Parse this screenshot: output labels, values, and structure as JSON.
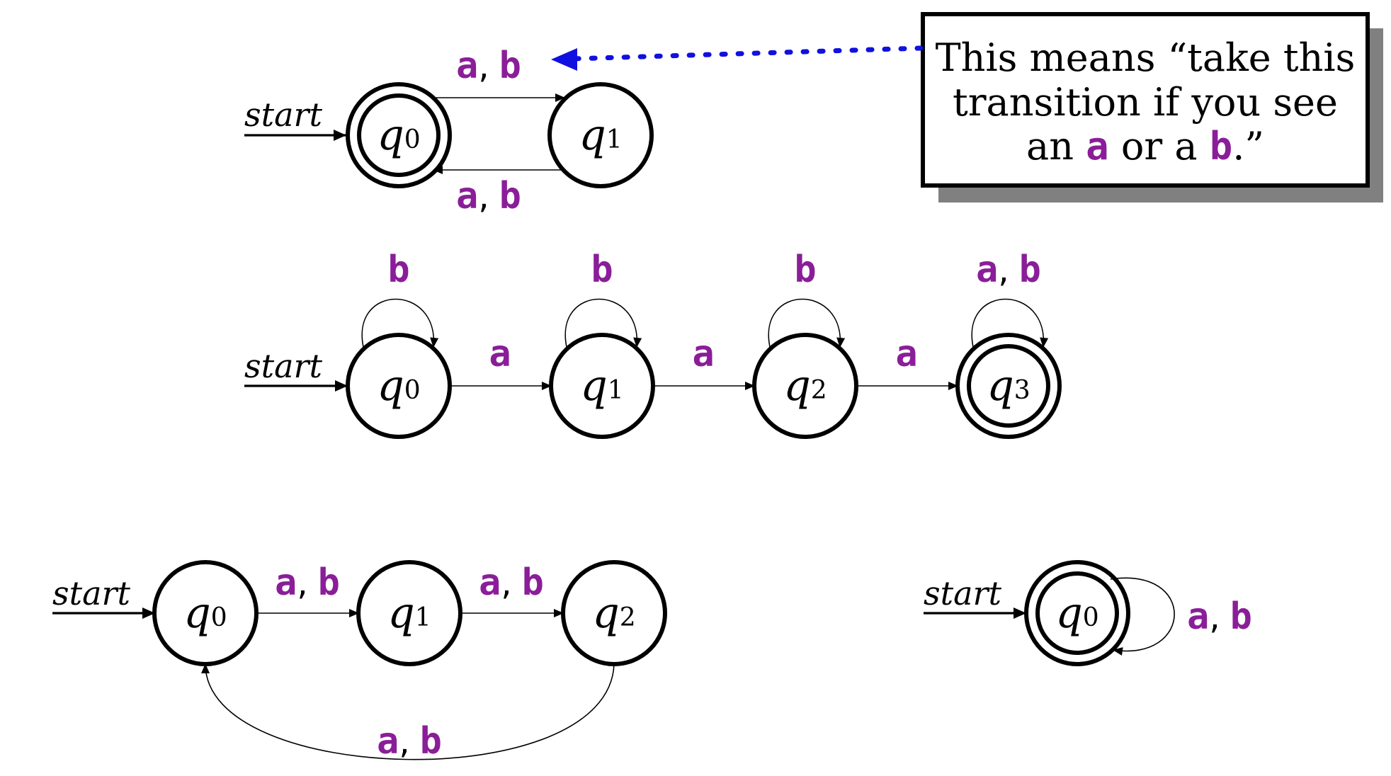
{
  "colors": {
    "symbol": "#8a1e98",
    "ink": "#000000",
    "pointer": "#1010e0",
    "shadow": "#808080",
    "background": "#ffffff"
  },
  "labels": {
    "start": "start",
    "a": "a",
    "b": "b",
    "comma": ","
  },
  "note": {
    "line1": "This means “take this",
    "line2": "transition if you see",
    "line3_prefix": "an ",
    "line3_a": "a",
    "line3_mid": " or a ",
    "line3_b": "b",
    "line3_suffix": ".”"
  },
  "automata": [
    {
      "id": "fa-1",
      "states": [
        {
          "id": "s0",
          "name": "q",
          "index": "0",
          "accepting": true,
          "start": true
        },
        {
          "id": "s1",
          "name": "q",
          "index": "1",
          "accepting": false,
          "start": false
        }
      ],
      "transitions": [
        {
          "from": "q0",
          "to": "q1",
          "symbols": [
            "a",
            "b"
          ]
        },
        {
          "from": "q1",
          "to": "q0",
          "symbols": [
            "a",
            "b"
          ]
        }
      ]
    },
    {
      "id": "fa-2",
      "states": [
        {
          "id": "s0",
          "name": "q",
          "index": "0",
          "accepting": false,
          "start": true
        },
        {
          "id": "s1",
          "name": "q",
          "index": "1",
          "accepting": false,
          "start": false
        },
        {
          "id": "s2",
          "name": "q",
          "index": "2",
          "accepting": false,
          "start": false
        },
        {
          "id": "s3",
          "name": "q",
          "index": "3",
          "accepting": true,
          "start": false
        }
      ],
      "transitions": [
        {
          "from": "q0",
          "to": "q0",
          "symbols": [
            "b"
          ]
        },
        {
          "from": "q1",
          "to": "q1",
          "symbols": [
            "b"
          ]
        },
        {
          "from": "q2",
          "to": "q2",
          "symbols": [
            "b"
          ]
        },
        {
          "from": "q3",
          "to": "q3",
          "symbols": [
            "a",
            "b"
          ]
        },
        {
          "from": "q0",
          "to": "q1",
          "symbols": [
            "a"
          ]
        },
        {
          "from": "q1",
          "to": "q2",
          "symbols": [
            "a"
          ]
        },
        {
          "from": "q2",
          "to": "q3",
          "symbols": [
            "a"
          ]
        }
      ]
    },
    {
      "id": "fa-3",
      "states": [
        {
          "id": "s0",
          "name": "q",
          "index": "0",
          "accepting": false,
          "start": true
        },
        {
          "id": "s1",
          "name": "q",
          "index": "1",
          "accepting": false,
          "start": false
        },
        {
          "id": "s2",
          "name": "q",
          "index": "2",
          "accepting": false,
          "start": false
        }
      ],
      "transitions": [
        {
          "from": "q0",
          "to": "q1",
          "symbols": [
            "a",
            "b"
          ]
        },
        {
          "from": "q1",
          "to": "q2",
          "symbols": [
            "a",
            "b"
          ]
        },
        {
          "from": "q2",
          "to": "q0",
          "symbols": [
            "a",
            "b"
          ]
        }
      ]
    },
    {
      "id": "fa-4",
      "states": [
        {
          "id": "s0",
          "name": "q",
          "index": "0",
          "accepting": true,
          "start": true
        }
      ],
      "transitions": [
        {
          "from": "q0",
          "to": "q0",
          "symbols": [
            "a",
            "b"
          ]
        }
      ]
    }
  ]
}
